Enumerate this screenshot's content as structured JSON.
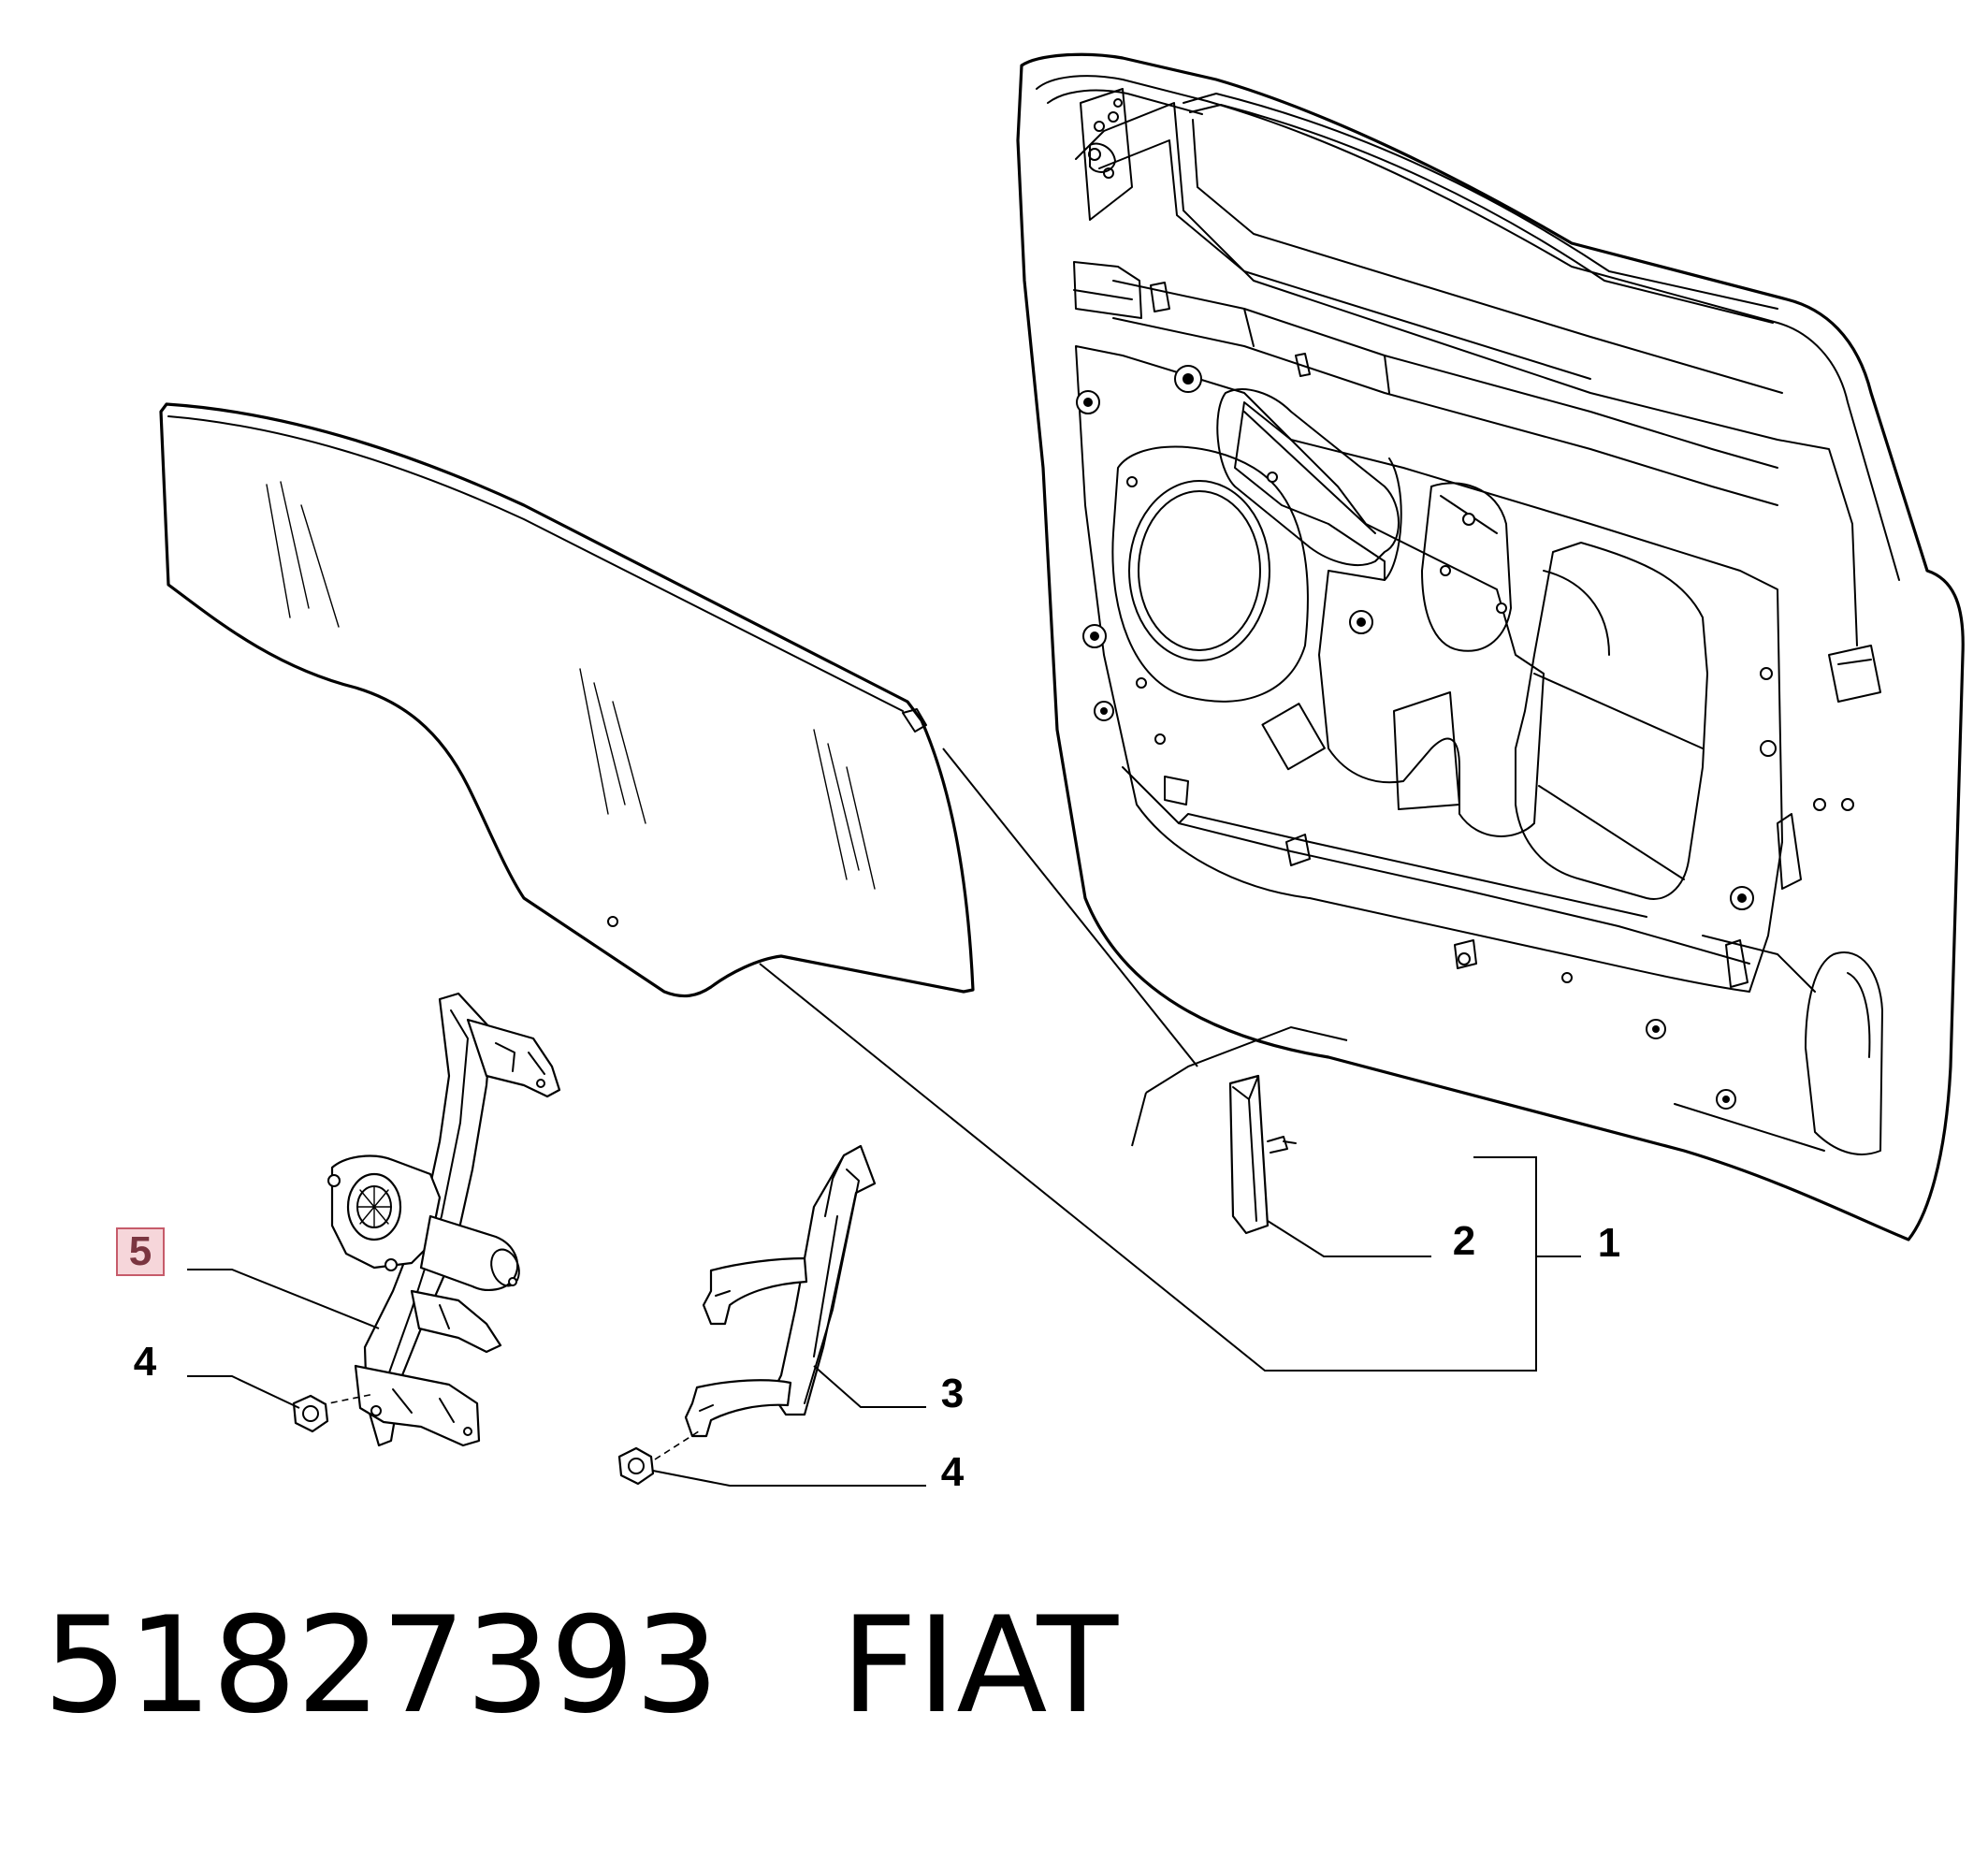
{
  "diagram": {
    "callouts": [
      {
        "id": "1",
        "label": "1"
      },
      {
        "id": "2",
        "label": "2"
      },
      {
        "id": "3",
        "label": "3"
      },
      {
        "id": "4a",
        "label": "4"
      },
      {
        "id": "4b",
        "label": "4"
      },
      {
        "id": "5",
        "label": "5"
      }
    ],
    "highlighted_callout": "5",
    "highlight_color": "#f6d6da"
  },
  "footer": {
    "part_number": "51827393",
    "brand": "FIAT"
  }
}
